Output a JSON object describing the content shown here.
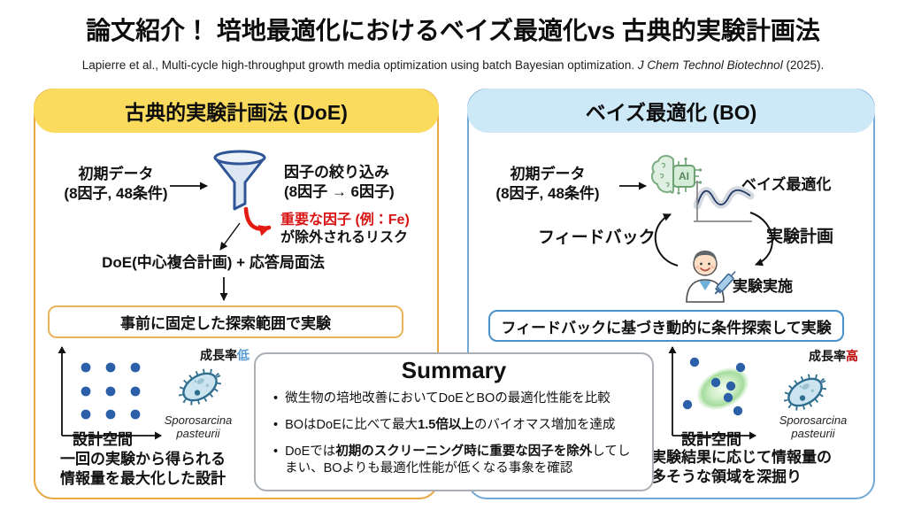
{
  "slide": {
    "title": "論文紹介！ 培地最適化におけるベイズ最適化vs 古典的実験計画法",
    "citation": {
      "pre": "Lapierre et al., Multi-cycle high-throughput growth media optimization using batch Bayesian optimization. ",
      "journal": "J Chem Technol Biotechnol",
      "post": " (2025)."
    }
  },
  "colors": {
    "doe_header_yellow": "#fadb5e",
    "doe_border_orange": "#e7a83f",
    "bo_header_blue": "#cde9f8",
    "bo_border_blue": "#72a9d6",
    "accent_red": "#d91414",
    "growth_low_blue": "#5b9bd5",
    "growth_high_red": "#c00000",
    "scatter_dot_blue": "#2b5fa8",
    "highlight_green": "#a5dc9d",
    "summary_border_gray": "#a9afb5"
  },
  "doe_panel": {
    "header": "古典的実験計画法 (DoE)",
    "initial_data_line1": "初期データ",
    "initial_data_line2": "(8因子, 48条件)",
    "funnel_icon": "funnel",
    "screening_line1": "因子の絞り込み",
    "screening_line2": "(8因子 → 6因子)",
    "risk_red": "重要な因子 (例：Fe)",
    "risk_black": "が除外されるリスク",
    "method": "DoE(中心複合計画) + 応答局面法",
    "fixed_box": "事前に固定した探索範囲で実験",
    "scatter_label": "設計空間",
    "growth_label": "成長率",
    "growth_value": "低",
    "species_line1": "Sporosarcina",
    "species_line2": "pasteurii",
    "bottom_line1": "一回の実験から得られる",
    "bottom_line2": "情報量を最大化した設計"
  },
  "bo_panel": {
    "header": "ベイズ最適化 (BO)",
    "initial_data_line1": "初期データ",
    "initial_data_line2": "(8因子, 48条件)",
    "ai_chip_label": "AI",
    "bo_label": "ベイズ最適化",
    "feedback_label": "フィードバック",
    "plan_label": "実験計画",
    "execute_label": "実験実施",
    "dynamic_box": "フィードバックに基づき動的に条件探索して実験",
    "scatter_label": "設計空間",
    "growth_label": "成長率",
    "growth_value": "高",
    "species_line1": "Sporosarcina",
    "species_line2": "pasteurii",
    "bottom_line1": "実験結果に応じて情報量の",
    "bottom_line2": "多そうな領域を深掘り"
  },
  "summary": {
    "title": "Summary",
    "bullet_glyph": "•",
    "bullets": [
      {
        "pre": "微生物の培地改善においてDoEとBOの最適化性能を比較",
        "bold": "",
        "post": ""
      },
      {
        "pre": "BOはDoEに比べて最大",
        "bold": "1.5倍以上",
        "post": "のバイオマス増加を達成"
      },
      {
        "pre": "DoEでは",
        "bold": "初期のスクリーニング時に重要な因子を除外",
        "post": "してしまい、BOよりも最適化性能が低くなる事象を確認"
      }
    ]
  }
}
